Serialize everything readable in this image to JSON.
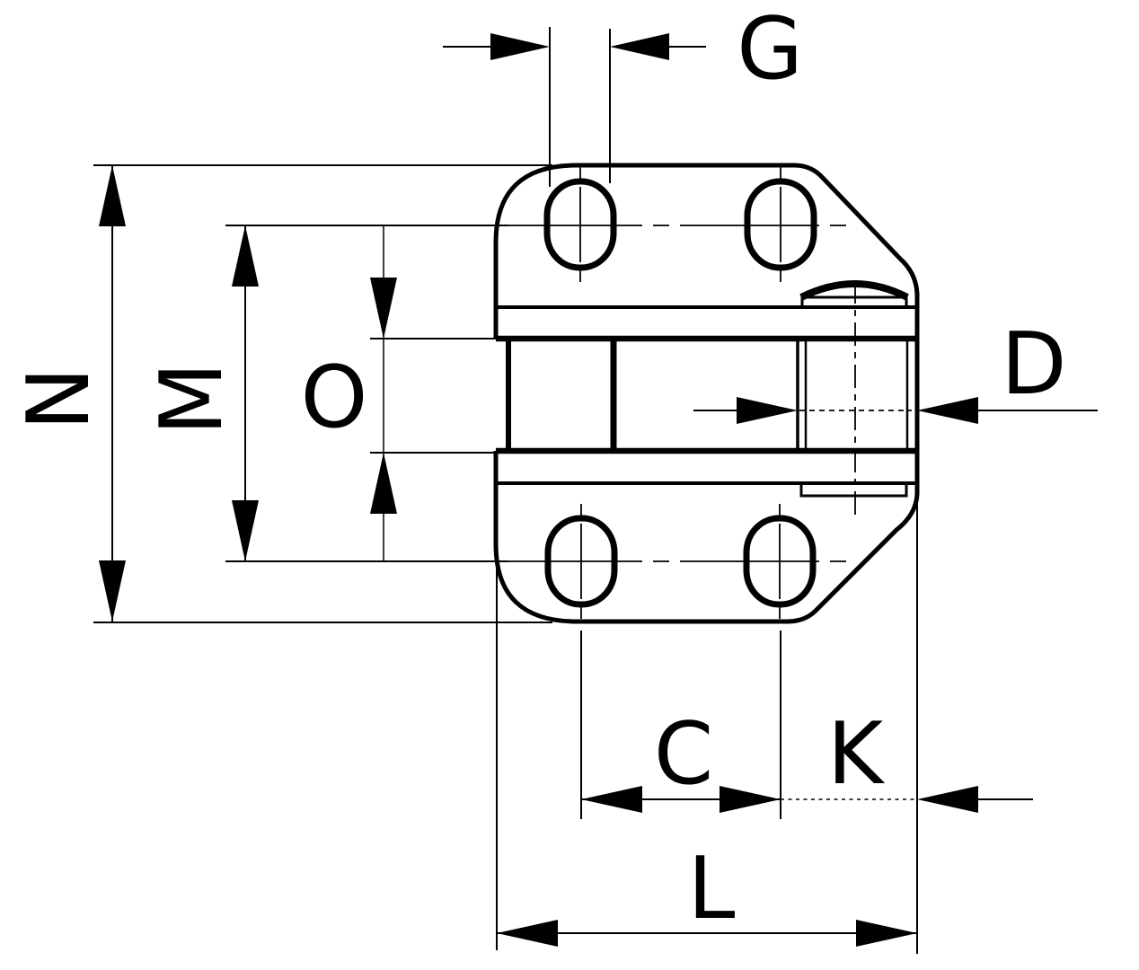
{
  "drawing": {
    "kind": "technical-dimension-drawing",
    "background": "#ffffff",
    "ink": "#000000",
    "labels": {
      "g": "G",
      "n": "N",
      "m": "M",
      "o": "O",
      "d": "D",
      "c": "C",
      "k": "K",
      "l": "L"
    }
  }
}
